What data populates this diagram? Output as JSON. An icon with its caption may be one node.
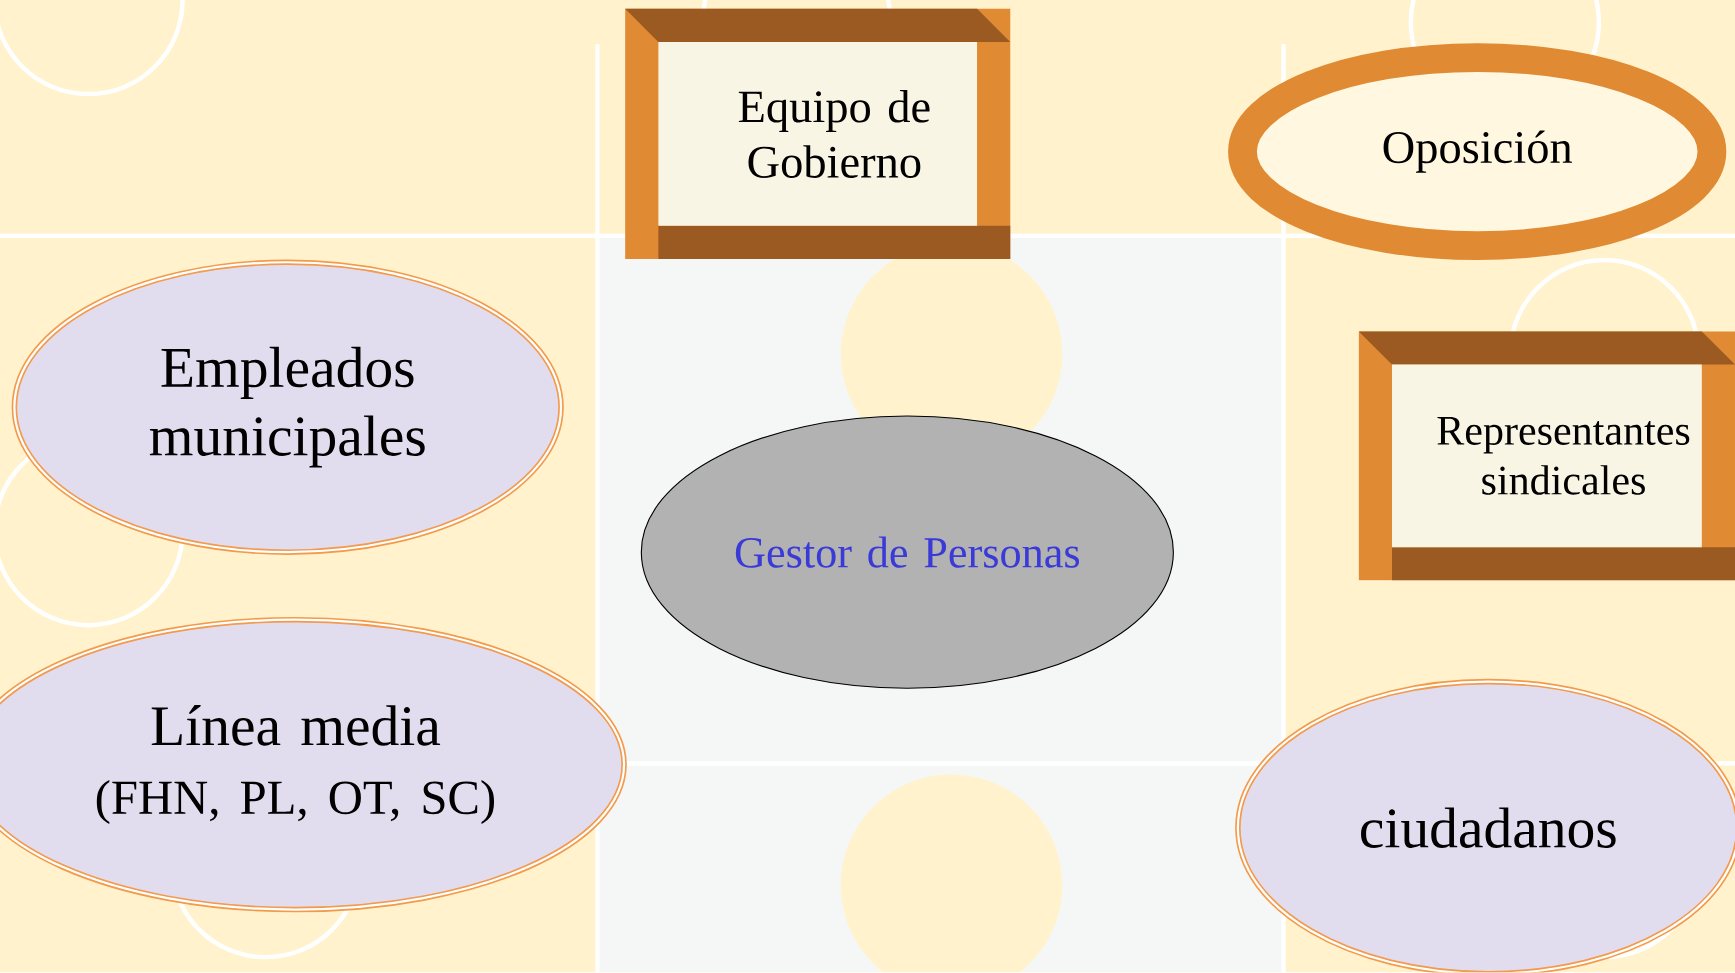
{
  "diagram": {
    "nodes": [
      {
        "text": [
          "Equipo de Gobierno"
        ]
      },
      {
        "text": [
          "Oposición"
        ]
      },
      {
        "text": [
          "Empleados municipales"
        ]
      },
      {
        "text": [
          "Representantes sindicales"
        ]
      },
      {
        "text": [
          "Gestor de Personas"
        ]
      },
      {
        "text": [
          "Línea media",
          "(FHN, PL, OT, SC)"
        ]
      },
      {
        "text": [
          "ciudadanos"
        ]
      }
    ]
  }
}
